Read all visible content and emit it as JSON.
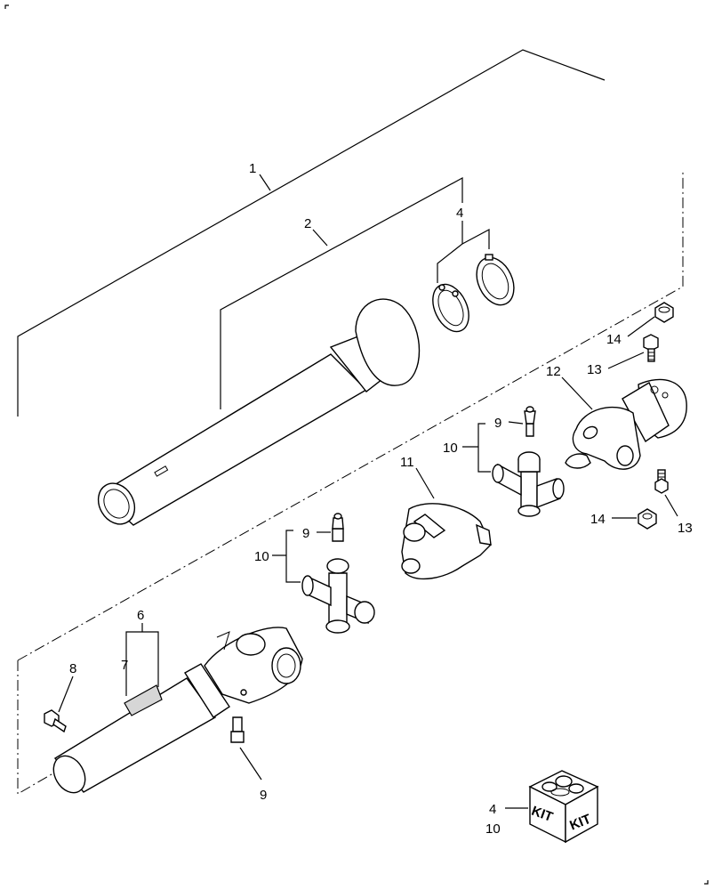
{
  "callouts": {
    "c1": "1",
    "c2": "2",
    "c4_top": "4",
    "c6": "6",
    "c7": "7",
    "c8": "8",
    "c9_a": "9",
    "c9_b": "9",
    "c9_c": "9",
    "c10_a": "10",
    "c10_b": "10",
    "c11": "11",
    "c12": "12",
    "c13_a": "13",
    "c13_b": "13",
    "c14_a": "14",
    "c14_b": "14",
    "c4_kit": "4",
    "c10_kit": "10"
  },
  "kit_box": {
    "label_left": "KIT",
    "label_right": "KIT"
  },
  "icons": [
    "kit-box-icon"
  ]
}
